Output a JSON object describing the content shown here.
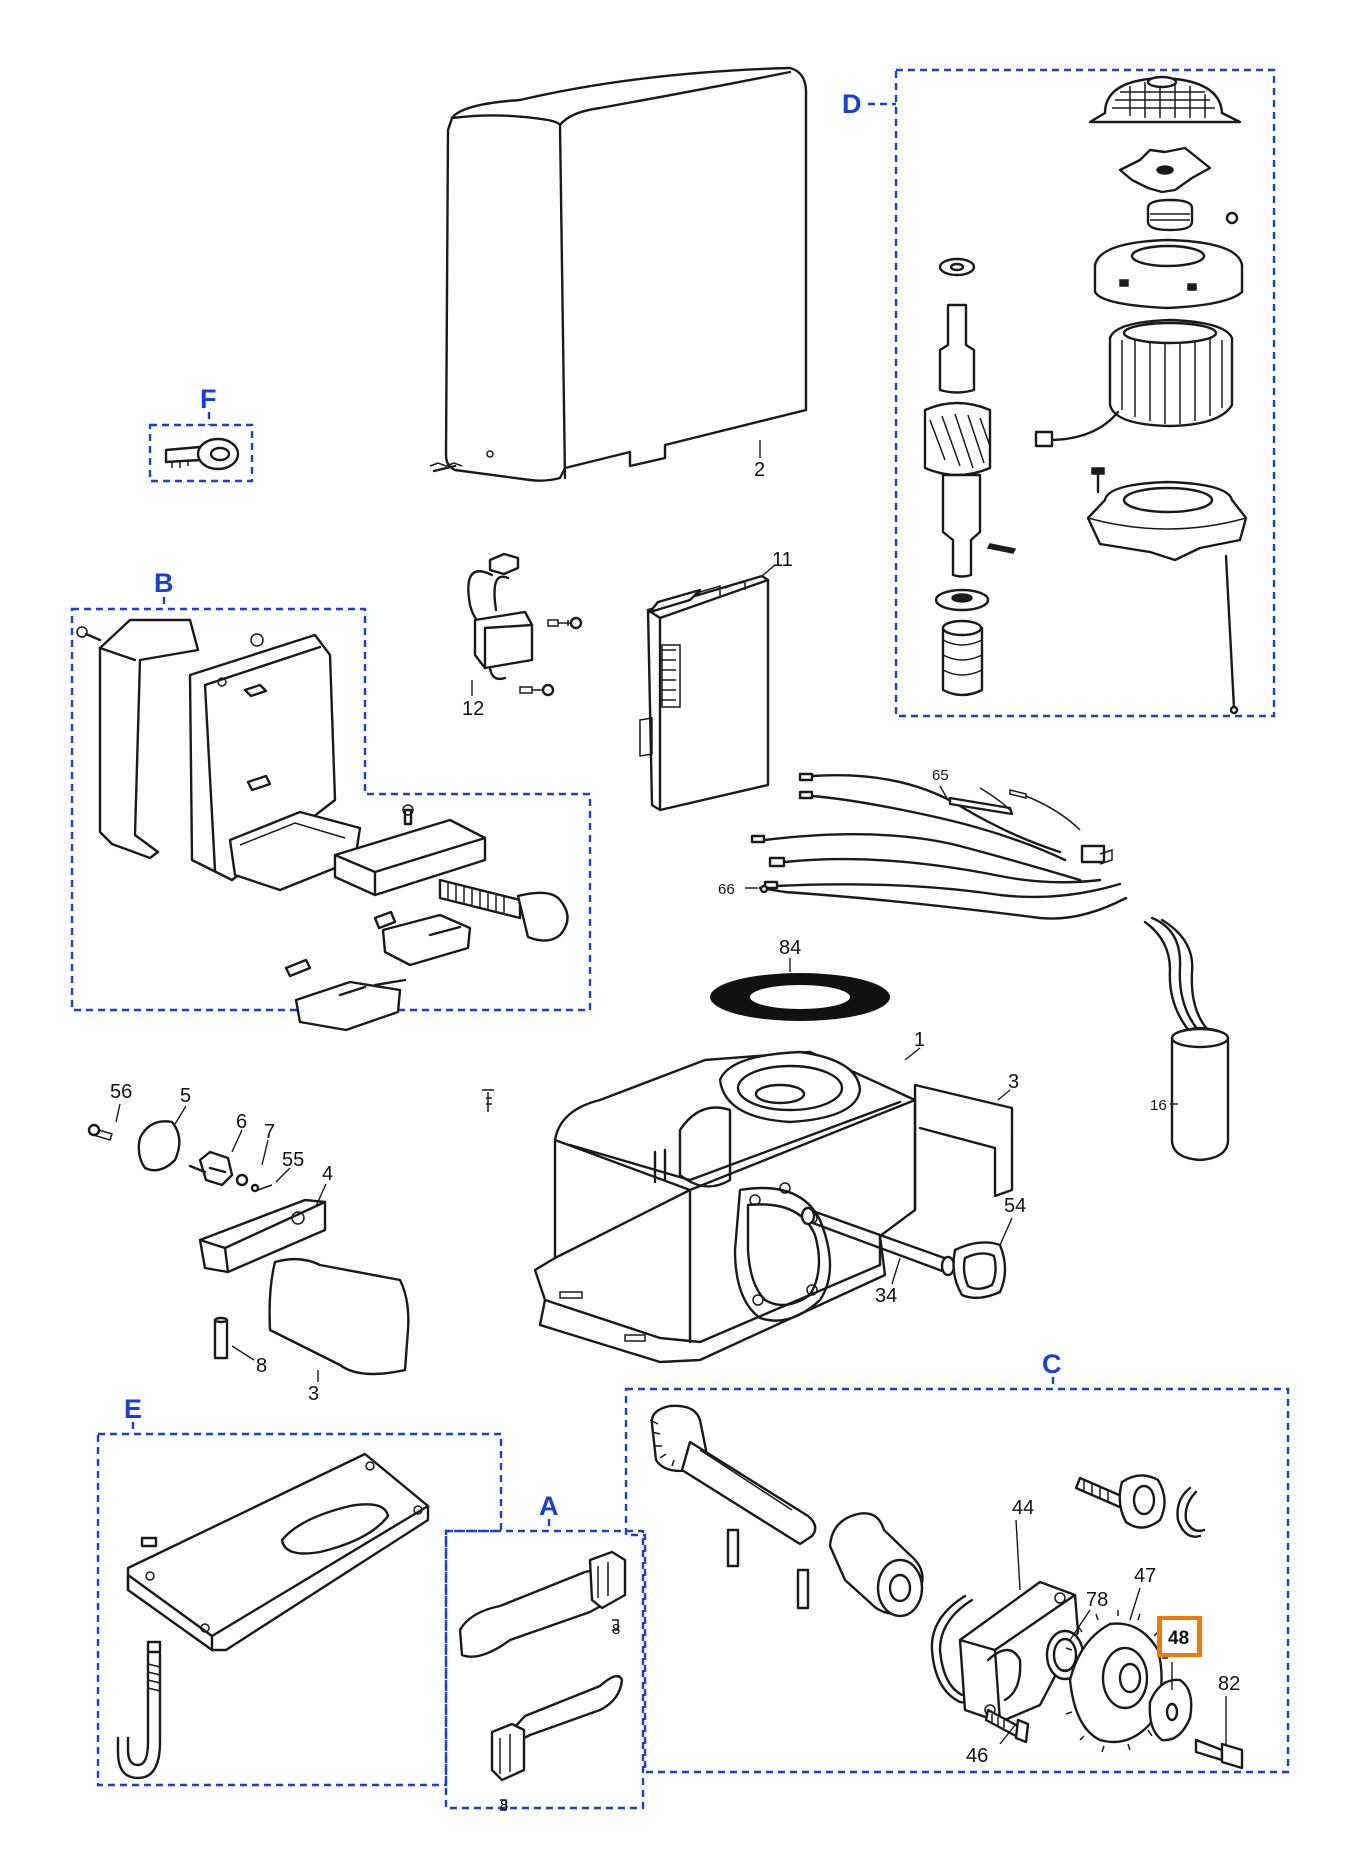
{
  "group_labels": {
    "A": "A",
    "B": "B",
    "C": "C",
    "D": "D",
    "E": "E",
    "F": "F"
  },
  "part_labels": {
    "p1": "1",
    "p2": "2",
    "p3a": "3",
    "p3b": "3",
    "p4": "4",
    "p5": "5",
    "p6": "6",
    "p7": "7",
    "p8": "8",
    "p11": "11",
    "p12": "12",
    "p16": "16",
    "p34": "34",
    "p44": "44",
    "p46": "46",
    "p47": "47",
    "p54": "54",
    "p55": "55",
    "p56": "56",
    "p65": "65",
    "p66": "66",
    "p78": "78",
    "p82": "82",
    "p84": "84",
    "a_small1": "8",
    "a_small2": "8"
  },
  "highlighted_part": "48",
  "colors": {
    "group_border": "#1a3fd6",
    "highlight": "#f07a0c",
    "line": "#1a1a1a"
  }
}
